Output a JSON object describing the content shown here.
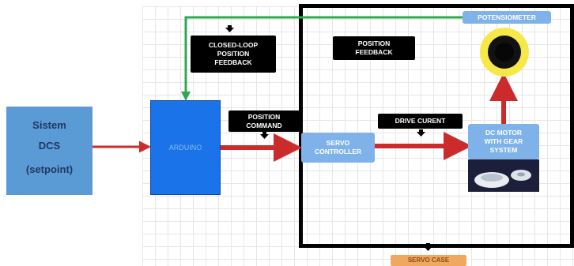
{
  "sistem": {
    "line1": "Sistem",
    "line2": "DCS",
    "line3": "(setpoint)"
  },
  "arduino": {
    "label": "ARDUINO"
  },
  "closed_loop": {
    "line1": "CLOSED-LOOP",
    "line2": "POSITION",
    "line3": "FEEDBACK"
  },
  "position_feedback": {
    "line1": "POSITION",
    "line2": "FEEDBACK"
  },
  "position_command": {
    "line1": "POSITION",
    "line2": "COMMAND"
  },
  "servo_controller": {
    "line1": "SERVO",
    "line2": "CONTROLLER"
  },
  "drive_current": {
    "label": "DRIVE CURENT"
  },
  "dc_motor": {
    "line1": "DC MOTOR",
    "line2": "WITH GEAR",
    "line3": "SYSTEM"
  },
  "potentiometer": {
    "label": "POTENSIOMETER"
  },
  "servo_case": {
    "label": "SERVO CASE"
  },
  "colors": {
    "signal_arrow": "#cc2b2b",
    "feedback_line": "#2fa84f",
    "sistem_block": "#5b9bd5",
    "arduino_block": "#1a73e8",
    "label_block": "#000000",
    "component_label": "#7fb2e8",
    "case_label": "#f0a860"
  }
}
